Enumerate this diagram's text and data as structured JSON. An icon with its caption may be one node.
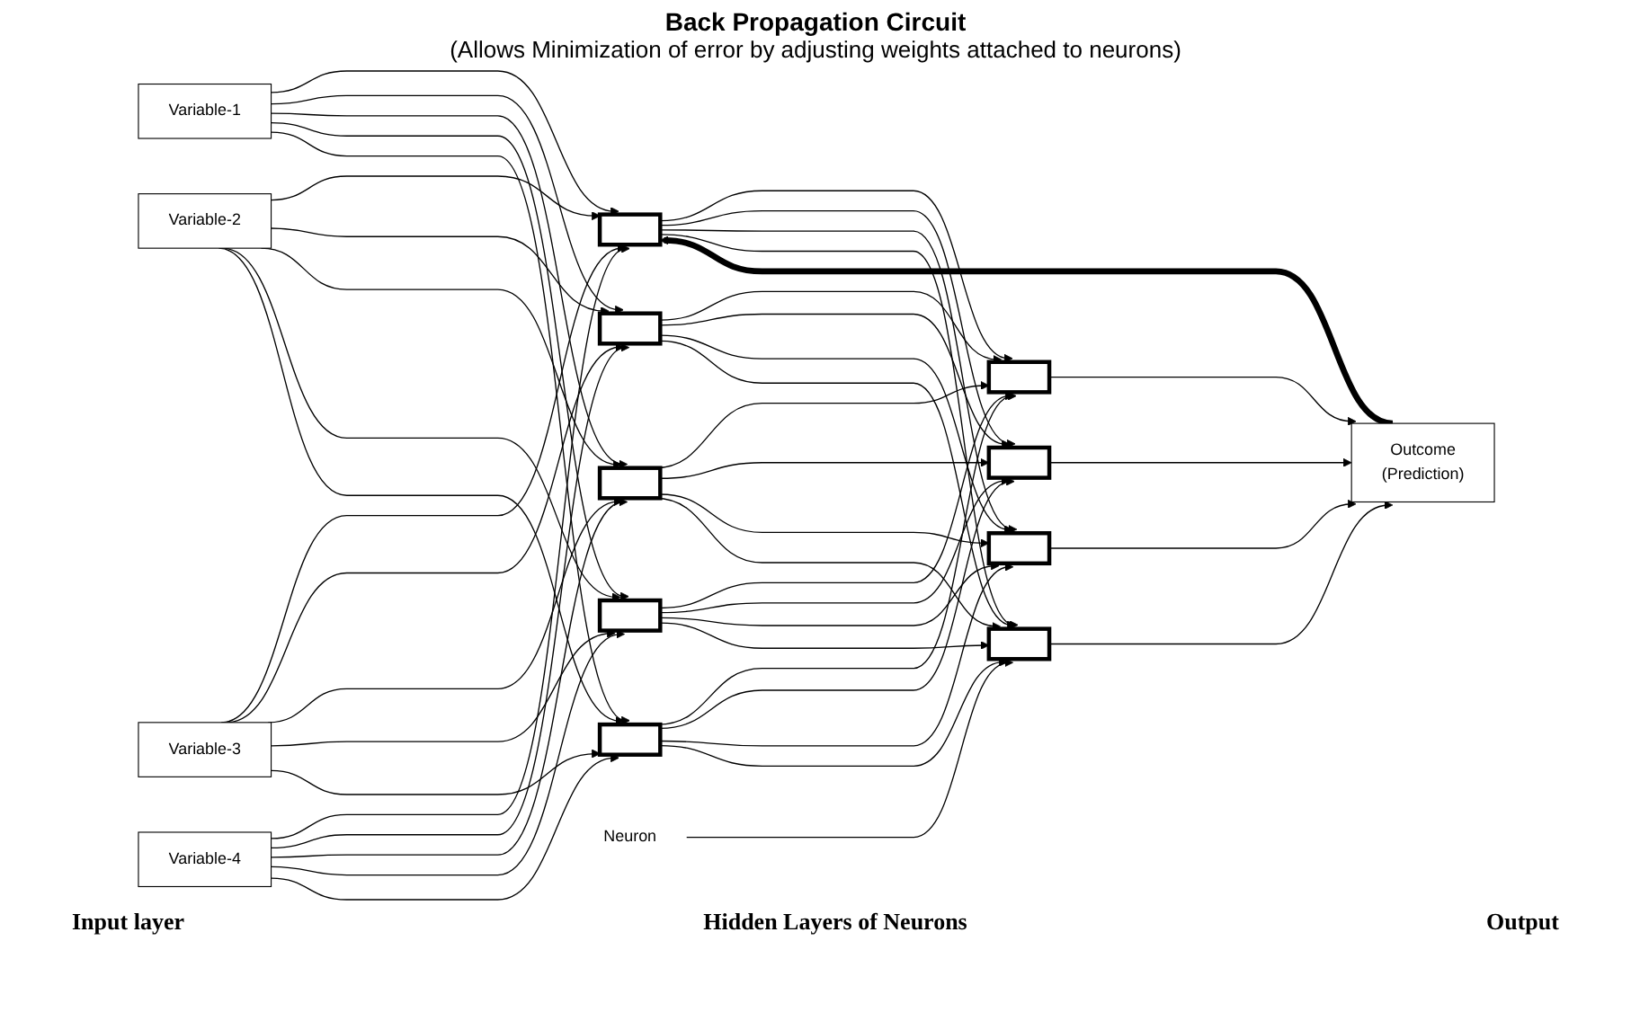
{
  "diagram": {
    "title": "Back Propagation Circuit",
    "nodes": [
      {
        "text": [
          "Variable-1"
        ]
      },
      {
        "text": [
          "Variable-2"
        ]
      },
      {
        "text": [
          "Variable-3"
        ]
      },
      {
        "text": [
          "Variable-4"
        ]
      },
      {
        "text": [],
        "shape": "box"
      },
      {
        "text": [],
        "shape": "box"
      },
      {
        "text": [],
        "shape": "box"
      },
      {
        "text": [],
        "shape": "box"
      },
      {
        "text": [],
        "shape": "box"
      },
      {
        "text": [],
        "shape": "box"
      },
      {
        "text": [],
        "shape": "box"
      },
      {
        "text": [],
        "shape": "box"
      },
      {
        "text": [],
        "shape": "box"
      },
      {
        "text": [
          "Outcome",
          "(Prediction)"
        ]
      },
      {
        "text": [
          "Neuron"
        ]
      }
    ],
    "edges": [
      {
        "from": 0,
        "to": 4,
        "arrow": "to"
      },
      {
        "from": 0,
        "to": 5,
        "arrow": "to"
      },
      {
        "from": 0,
        "to": 6,
        "arrow": "to"
      },
      {
        "from": 0,
        "to": 7,
        "arrow": "to"
      },
      {
        "from": 0,
        "to": 8,
        "arrow": "to"
      },
      {
        "from": 1,
        "to": 4,
        "arrow": "to"
      },
      {
        "from": 1,
        "to": 5,
        "arrow": "to"
      },
      {
        "from": 1,
        "to": 6,
        "arrow": "to"
      },
      {
        "from": 1,
        "to": 7,
        "arrow": "to"
      },
      {
        "from": 1,
        "to": 8,
        "arrow": "to"
      },
      {
        "from": 2,
        "to": 4,
        "arrow": "to"
      },
      {
        "from": 2,
        "to": 5,
        "arrow": "to"
      },
      {
        "from": 2,
        "to": 6,
        "arrow": "to"
      },
      {
        "from": 2,
        "to": 7,
        "arrow": "to"
      },
      {
        "from": 2,
        "to": 8,
        "arrow": "to"
      },
      {
        "from": 3,
        "to": 4,
        "arrow": "to"
      },
      {
        "from": 3,
        "to": 5,
        "arrow": "to"
      },
      {
        "from": 3,
        "to": 6,
        "arrow": "to"
      },
      {
        "from": 3,
        "to": 7,
        "arrow": "to"
      },
      {
        "from": 3,
        "to": 8,
        "arrow": "to"
      },
      {
        "from": 4,
        "to": 9,
        "arrow": "to"
      },
      {
        "from": 4,
        "to": 10,
        "arrow": "to"
      },
      {
        "from": 4,
        "to": 11,
        "arrow": "to"
      },
      {
        "from": 4,
        "to": 12,
        "arrow": "to"
      },
      {
        "from": 5,
        "to": 9,
        "arrow": "to"
      },
      {
        "from": 5,
        "to": 10,
        "arrow": "to"
      },
      {
        "from": 5,
        "to": 11,
        "arrow": "to"
      },
      {
        "from": 5,
        "to": 12,
        "arrow": "to"
      },
      {
        "from": 6,
        "to": 9,
        "arrow": "to"
      },
      {
        "from": 6,
        "to": 10,
        "arrow": "to"
      },
      {
        "from": 6,
        "to": 11,
        "arrow": "to"
      },
      {
        "from": 6,
        "to": 12,
        "arrow": "to"
      },
      {
        "from": 7,
        "to": 9,
        "arrow": "to"
      },
      {
        "from": 7,
        "to": 10,
        "arrow": "to"
      },
      {
        "from": 7,
        "to": 11,
        "arrow": "to"
      },
      {
        "from": 7,
        "to": 12,
        "arrow": "to"
      },
      {
        "from": 8,
        "to": 9,
        "arrow": "to"
      },
      {
        "from": 8,
        "to": 10,
        "arrow": "to"
      },
      {
        "from": 8,
        "to": 11,
        "arrow": "to"
      },
      {
        "from": 8,
        "to": 12,
        "arrow": "to"
      },
      {
        "from": 9,
        "to": 13,
        "arrow": "to"
      },
      {
        "from": 10,
        "to": 13,
        "arrow": "to"
      },
      {
        "from": 11,
        "to": 13,
        "arrow": "to"
      },
      {
        "from": 12,
        "to": 13,
        "arrow": "to"
      },
      {
        "from": 13,
        "to": 4,
        "arrow": "to",
        "style": "thick"
      },
      {
        "from": 14,
        "to": 12,
        "arrow": "to"
      }
    ],
    "labels": [
      "(Allows Minimization of error by adjusting weights attached to neurons)",
      "Input layer",
      "Hidden Layers of Neurons",
      "Output"
    ]
  }
}
